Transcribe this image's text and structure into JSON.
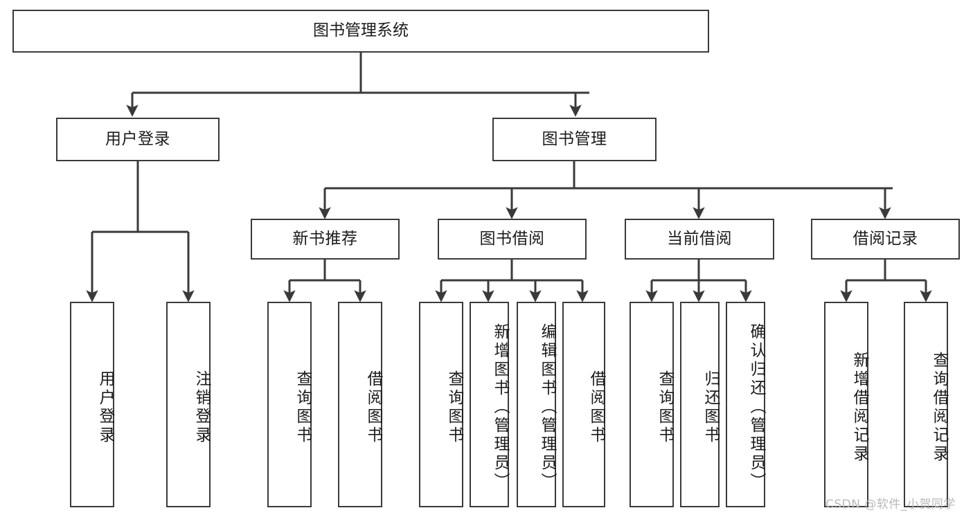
{
  "diagram": {
    "title": "图书管理系统",
    "type": "tree-hierarchy",
    "watermark": "CSDN @软件_小贺同学",
    "colors": {
      "background": "#ffffff",
      "box_border": "#3a3a3a",
      "box_fill": "#ffffff",
      "edge": "#3a3a3a",
      "text": "#1b1b1b",
      "watermark": "#b9b9b9"
    },
    "levels": {
      "root": {
        "label": "图书管理系统"
      },
      "level2": [
        {
          "id": "user-login",
          "label": "用户登录"
        },
        {
          "id": "book-management",
          "label": "图书管理"
        }
      ],
      "level3": [
        {
          "id": "new-book-recommend",
          "label": "新书推荐",
          "parent": "book-management"
        },
        {
          "id": "book-borrow",
          "label": "图书借阅",
          "parent": "book-management"
        },
        {
          "id": "current-borrow",
          "label": "当前借阅",
          "parent": "book-management"
        },
        {
          "id": "borrow-record",
          "label": "借阅记录",
          "parent": "book-management"
        }
      ],
      "leaves": [
        {
          "id": "leaf-user-login",
          "label": "用户登录",
          "parent": "user-login"
        },
        {
          "id": "leaf-logout",
          "label": "注销登录",
          "parent": "user-login"
        },
        {
          "id": "leaf-query-book-1",
          "label": "查询图书",
          "parent": "new-book-recommend"
        },
        {
          "id": "leaf-borrow-book-1",
          "label": "借阅图书",
          "parent": "new-book-recommend"
        },
        {
          "id": "leaf-query-book-2",
          "label": "查询图书",
          "parent": "book-borrow"
        },
        {
          "id": "leaf-add-book",
          "label": "新增图书（管理员）",
          "parent": "book-borrow"
        },
        {
          "id": "leaf-edit-book",
          "label": "编辑图书（管理员）",
          "parent": "book-borrow"
        },
        {
          "id": "leaf-borrow-book-2",
          "label": "借阅图书",
          "parent": "book-borrow"
        },
        {
          "id": "leaf-query-book-3",
          "label": "查询图书",
          "parent": "current-borrow"
        },
        {
          "id": "leaf-return-book",
          "label": "归还图书",
          "parent": "current-borrow"
        },
        {
          "id": "leaf-confirm-return",
          "label": "确认归还（管理员）",
          "parent": "current-borrow"
        },
        {
          "id": "leaf-add-record",
          "label": "新增借阅记录",
          "parent": "borrow-record"
        },
        {
          "id": "leaf-query-record",
          "label": "查询借阅记录",
          "parent": "borrow-record"
        }
      ]
    }
  }
}
